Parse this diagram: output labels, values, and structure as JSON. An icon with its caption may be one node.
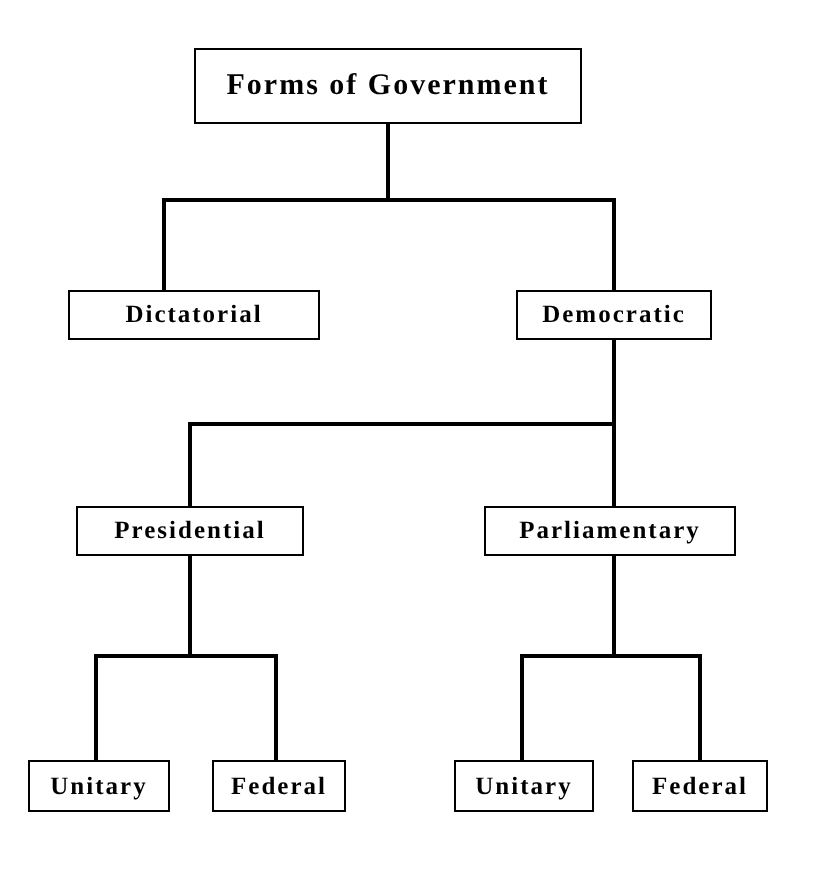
{
  "diagram": {
    "nodes": [
      {
        "text": [
          "Forms of Government"
        ]
      },
      {
        "text": [
          "Dictatorial"
        ]
      },
      {
        "text": [
          "Democratic"
        ]
      },
      {
        "text": [
          "Presidential"
        ]
      },
      {
        "text": [
          "Parliamentary"
        ]
      },
      {
        "text": [
          "Unitary"
        ]
      },
      {
        "text": [
          "Federal"
        ]
      },
      {
        "text": [
          "Unitary"
        ]
      },
      {
        "text": [
          "Federal"
        ]
      }
    ],
    "edges": [
      {
        "from": 0,
        "to": 1,
        "arrow": "none"
      },
      {
        "from": 0,
        "to": 2,
        "arrow": "none"
      },
      {
        "from": 2,
        "to": 3,
        "arrow": "none"
      },
      {
        "from": 2,
        "to": 4,
        "arrow": "none"
      },
      {
        "from": 3,
        "to": 5,
        "arrow": "none"
      },
      {
        "from": 3,
        "to": 6,
        "arrow": "none"
      },
      {
        "from": 4,
        "to": 7,
        "arrow": "none"
      },
      {
        "from": 4,
        "to": 8,
        "arrow": "none"
      }
    ]
  }
}
